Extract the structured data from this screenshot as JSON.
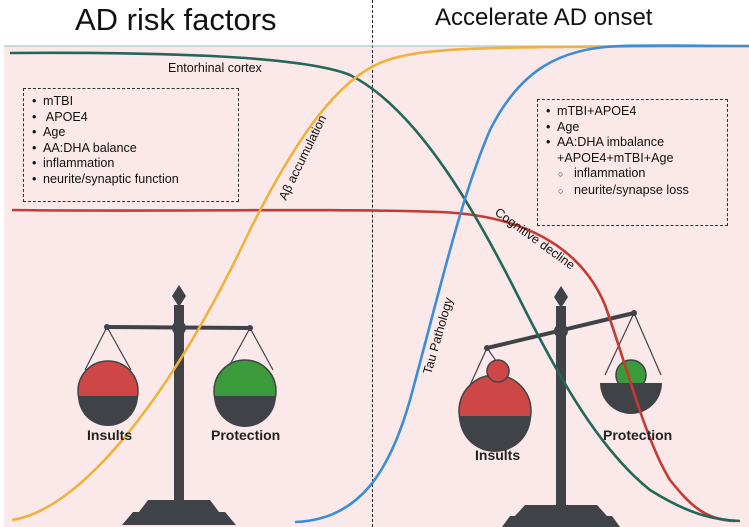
{
  "titles": {
    "left": "AD risk factors",
    "right": "Accelerate AD onset"
  },
  "left_box": {
    "items": [
      {
        "text": "mTBI",
        "style": "bullet"
      },
      {
        "text": " APOE4",
        "style": "bullet"
      },
      {
        "text": "Age",
        "style": "bullet"
      },
      {
        "text": "AA:DHA balance",
        "style": "bullet"
      },
      {
        "text": "inflammation",
        "style": "bullet"
      },
      {
        "text": "neurite/synaptic function",
        "style": "bullet"
      }
    ]
  },
  "right_box": {
    "items": [
      {
        "text": "mTBI+APOE4",
        "style": "bullet"
      },
      {
        "text": "Age",
        "style": "bullet"
      },
      {
        "text": "AA:DHA imbalance",
        "style": "bullet"
      },
      {
        "text": "+APOE4+mTBI+Age",
        "style": "cont"
      },
      {
        "text": "inflammation",
        "style": "sub"
      },
      {
        "text": "neurite/synapse loss",
        "style": "sub"
      }
    ]
  },
  "curve_labels": {
    "entorhinal": "Entorhinal cortex",
    "abeta": "Aβ accumulation",
    "tau": "Tau Pathology",
    "cognitive": "Cognitive decline"
  },
  "scale_labels": {
    "insults": "Insults",
    "protection": "Protection"
  },
  "colors": {
    "background_panel": "#fbe9e9",
    "entorhinal_curve": "#22675a",
    "abeta_curve": "#f0b23e",
    "tau_curve": "#3a8dd6",
    "cognitive_curve": "#c63a32",
    "insults_ball": "#cc4746",
    "protection_ball": "#3b9a3c",
    "scale_dark": "#3f4347"
  },
  "icons": [
    "balance-scale-icon",
    "balance-scale-icon"
  ]
}
